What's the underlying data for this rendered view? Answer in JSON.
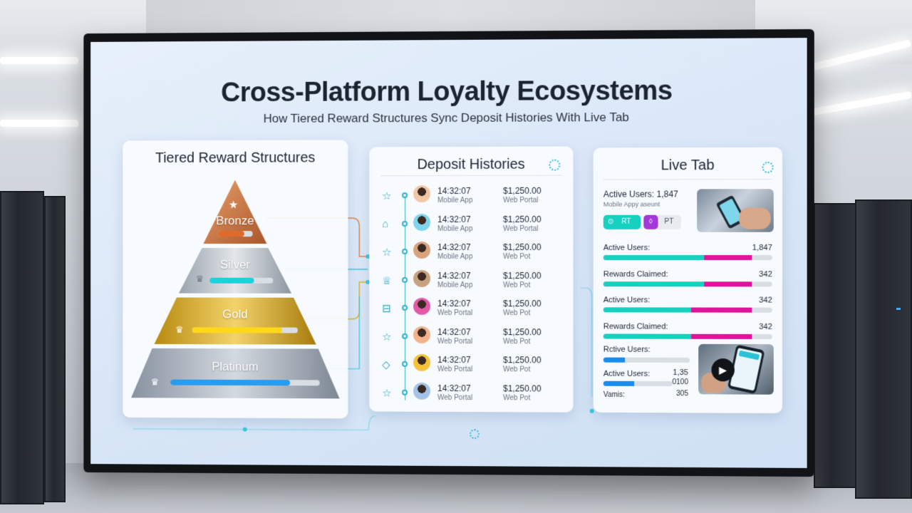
{
  "header": {
    "title": "Cross-Platform Loyalty Ecosystems",
    "subtitle": "How Tiered Reward Structures Sync Deposit Histories With Live Tab"
  },
  "tiers_panel": {
    "title": "Tiered Reward Structures",
    "tiers": [
      {
        "label": "Bronze",
        "progress": 0.75,
        "color": "#e06a2c"
      },
      {
        "label": "Silver",
        "progress": 0.7,
        "color": "#20d0d8"
      },
      {
        "label": "Gold",
        "progress": 0.85,
        "color": "#ffd81a"
      },
      {
        "label": "Platinum",
        "progress": 0.8,
        "color": "#2a9cf0"
      }
    ]
  },
  "deposits_panel": {
    "title": "Deposit Histories",
    "rows": [
      {
        "time": "14:32:07",
        "source": "Mobile App",
        "amount": "$1,250.00",
        "channel": "Web Portal"
      },
      {
        "time": "14:32:07",
        "source": "Mobile App",
        "amount": "$1,250.00",
        "channel": "Web Portal"
      },
      {
        "time": "14:32:07",
        "source": "Mobile App",
        "amount": "$1,250.00",
        "channel": "Web Pot"
      },
      {
        "time": "14:32:07",
        "source": "Mobile App",
        "amount": "$1,250.00",
        "channel": "Web Pot"
      },
      {
        "time": "14:32:07",
        "source": "Web Portal",
        "amount": "$1,250.00",
        "channel": "Web Pot"
      },
      {
        "time": "14:32:07",
        "source": "Web Portal",
        "amount": "$1,250.00",
        "channel": "Web Pot"
      },
      {
        "time": "14:32:07",
        "source": "Web Portal",
        "amount": "$1,250.00",
        "channel": "Web Pot"
      },
      {
        "time": "14:32:07",
        "source": "Web Portal",
        "amount": "$1,250.00",
        "channel": "Web Pot"
      }
    ],
    "row_icons": [
      "☆",
      "⌂",
      "☆",
      "♕",
      "⊟",
      "☆",
      "◇",
      "☆"
    ]
  },
  "live_panel": {
    "title": "Live Tab",
    "active_users_header": "Active Users: 1,847",
    "sub_header": "Mobile Appy aseunt",
    "chip_1": "RT",
    "chip_2": "PT",
    "metrics": [
      {
        "label": "Active Users:",
        "value": "1,847",
        "cyan": 0.6,
        "magenta": 0.28
      },
      {
        "label": "Rewards Claimed:",
        "value": "342",
        "cyan": 0.6,
        "magenta": 0.28
      },
      {
        "label": "Active Users:",
        "value": "342",
        "cyan": 0.52,
        "magenta": 0.36
      },
      {
        "label": "Rewards Claimed:",
        "value": "342",
        "cyan": 0.52,
        "magenta": 0.36
      }
    ],
    "bottom": {
      "label_1": "Rctive Users:",
      "label_2": "Active Users:",
      "value_2": "1,35",
      "value_3": "0100",
      "label_3": "Vamis:",
      "value_4": "305",
      "progress_1": 0.25,
      "progress_2": 0.45
    }
  },
  "colors": {
    "accent_cyan": "#16d0c0",
    "accent_magenta": "#e0149a",
    "title_text": "#1c2330"
  }
}
